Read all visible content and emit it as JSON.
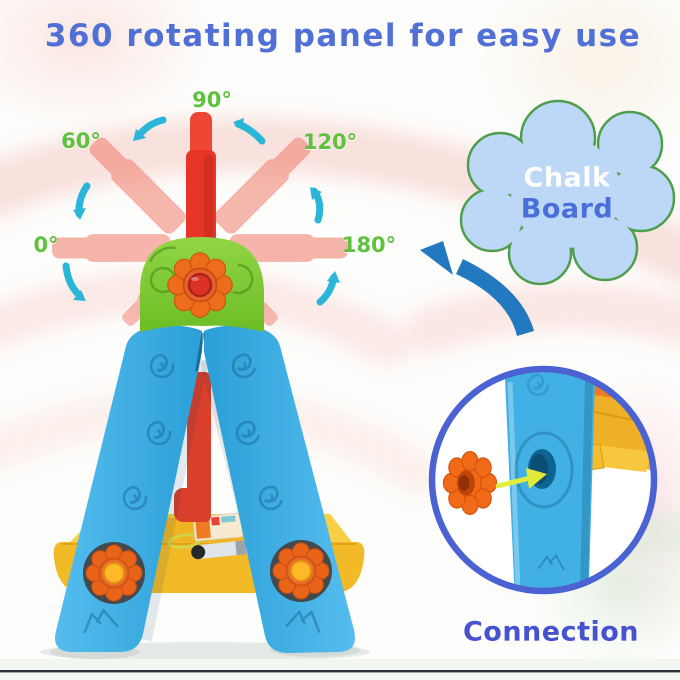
{
  "title": "360 rotating panel for easy use",
  "annotations": {
    "angles": [
      {
        "id": "angle-90",
        "label": "90°"
      },
      {
        "id": "angle-60",
        "label": "60°"
      },
      {
        "id": "angle-120",
        "label": "120°"
      },
      {
        "id": "angle-0",
        "label": "0°"
      },
      {
        "id": "angle-180",
        "label": "180°"
      }
    ]
  },
  "callout": {
    "line1": "Chalk",
    "line2": "Board"
  },
  "inset": {
    "caption": "Connection"
  },
  "icons": [
    "rotation-arrow-icon",
    "pointer-arrow-icon",
    "connection-arrow-icon",
    "spiral-emboss-icon",
    "mountain-emboss-icon"
  ],
  "colors": {
    "title_blue": "#5170d6",
    "angle_green": "#5ec23e",
    "rotation_arrow_cyan": "#29b6d8",
    "panel_red": "#e73527",
    "panel_red_faded": "#ef7260",
    "hub_green": "#7dc832",
    "knob_orange": "#ee6d1d",
    "knob_center_red": "#dc3125",
    "knob_center_yellow": "#feb829",
    "leg_blue": "#3daee4",
    "tray_yellow": "#f2ba26",
    "cloud_fill": "#bcd8f6",
    "cloud_border": "#4e9e4c",
    "cloud_text_white": "#ffffff",
    "cloud_text_blue": "#4a6fd8",
    "pointer_arrow_blue": "#2279bf",
    "inset_ring_blue": "#4b63d2",
    "caption_blue": "#4652cf",
    "connection_arrow_yellow": "#e4ec3e"
  }
}
